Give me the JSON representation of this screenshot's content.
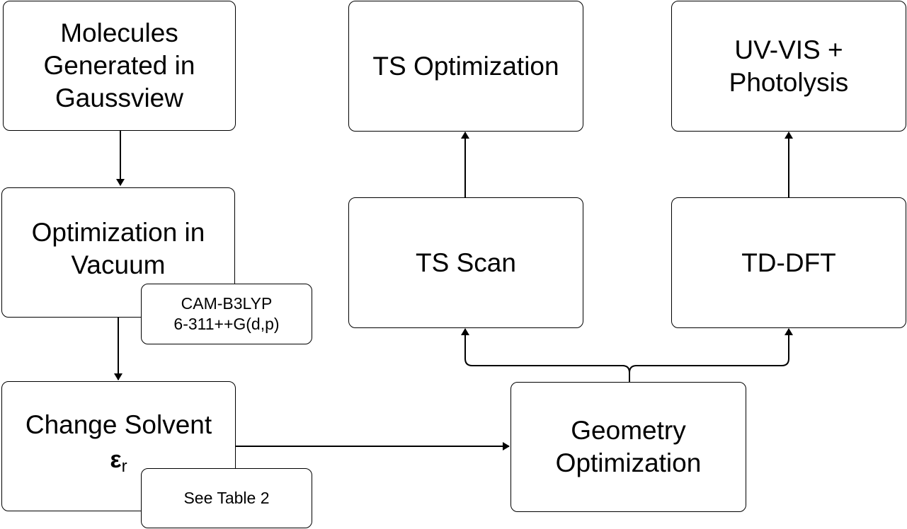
{
  "diagram": {
    "nodes": {
      "molecules_generated": {
        "lines": [
          "Molecules",
          "Generated in",
          "Gaussview"
        ]
      },
      "optimization_vacuum": {
        "lines": [
          "Optimization in",
          "Vacuum"
        ]
      },
      "method_note": {
        "lines": [
          "CAM-B3LYP",
          "6-311++G(d,p)"
        ]
      },
      "change_solvent": {
        "lines": [
          "Change Solvent"
        ],
        "symbol": "ε",
        "subscript": "r"
      },
      "solvent_note": {
        "lines": [
          "See Table 2"
        ]
      },
      "geometry_optimization": {
        "lines": [
          "Geometry",
          "Optimization"
        ]
      },
      "ts_scan": {
        "lines": [
          "TS Scan"
        ]
      },
      "ts_optimization": {
        "lines": [
          "TS Optimization"
        ]
      },
      "td_dft": {
        "lines": [
          "TD-DFT"
        ]
      },
      "uv_vis_photolysis": {
        "lines": [
          "UV-VIS +",
          "Photolysis"
        ]
      }
    },
    "edges": [
      {
        "from": "molecules_generated",
        "to": "optimization_vacuum"
      },
      {
        "from": "optimization_vacuum",
        "to": "change_solvent"
      },
      {
        "from": "change_solvent",
        "to": "geometry_optimization"
      },
      {
        "from": "geometry_optimization",
        "to": "ts_scan"
      },
      {
        "from": "geometry_optimization",
        "to": "td_dft"
      },
      {
        "from": "ts_scan",
        "to": "ts_optimization"
      },
      {
        "from": "td_dft",
        "to": "uv_vis_photolysis"
      }
    ],
    "colors": {
      "stroke": "#000000",
      "fill": "#ffffff",
      "text": "#000000"
    }
  }
}
